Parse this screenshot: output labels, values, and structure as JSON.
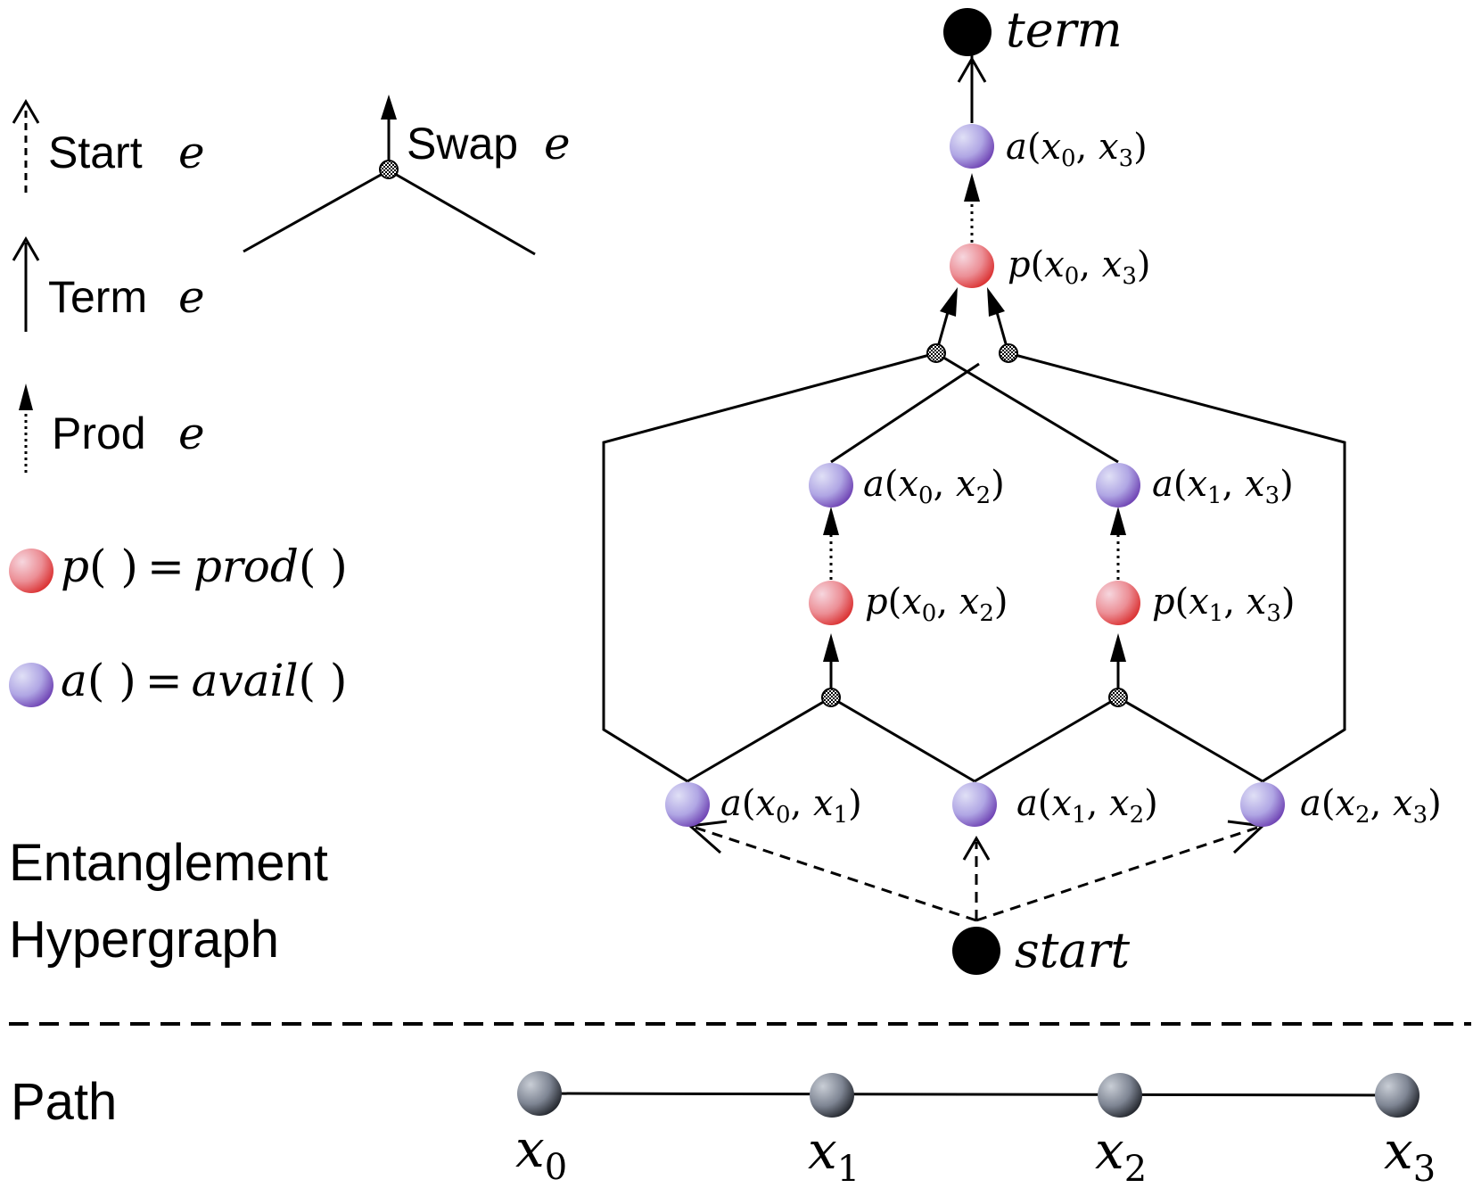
{
  "legend": {
    "start_label": "Start",
    "swap_label": "Swap",
    "term_label": "Term",
    "prod_label": "Prod",
    "edge_symbol": "e",
    "p_def_lhs": "p",
    "p_def_rhs": "prod",
    "a_def_lhs": "a",
    "a_def_rhs": "avail",
    "parens": "( )",
    "equals": "="
  },
  "sections": {
    "hypergraph_line1": "Entanglement",
    "hypergraph_line2": "Hypergraph",
    "path": "Path"
  },
  "hypergraph": {
    "term_label": "term",
    "start_label": "start",
    "nodes": {
      "a03": {
        "fn": "a",
        "i": "0",
        "j": "3"
      },
      "p03": {
        "fn": "p",
        "i": "0",
        "j": "3"
      },
      "a02": {
        "fn": "a",
        "i": "0",
        "j": "2"
      },
      "a13": {
        "fn": "a",
        "i": "1",
        "j": "3"
      },
      "p02": {
        "fn": "p",
        "i": "0",
        "j": "2"
      },
      "p13": {
        "fn": "p",
        "i": "1",
        "j": "3"
      },
      "a01": {
        "fn": "a",
        "i": "0",
        "j": "1"
      },
      "a12": {
        "fn": "a",
        "i": "1",
        "j": "2"
      },
      "a23": {
        "fn": "a",
        "i": "2",
        "j": "3"
      }
    }
  },
  "path_nodes": [
    {
      "var": "x",
      "sub": "0"
    },
    {
      "var": "x",
      "sub": "1"
    },
    {
      "var": "x",
      "sub": "2"
    },
    {
      "var": "x",
      "sub": "3"
    }
  ],
  "colors": {
    "prod_node": "#e04848",
    "avail_node": "#8a6fd0",
    "path_node": "#4a4f5a",
    "line": "#000000"
  }
}
